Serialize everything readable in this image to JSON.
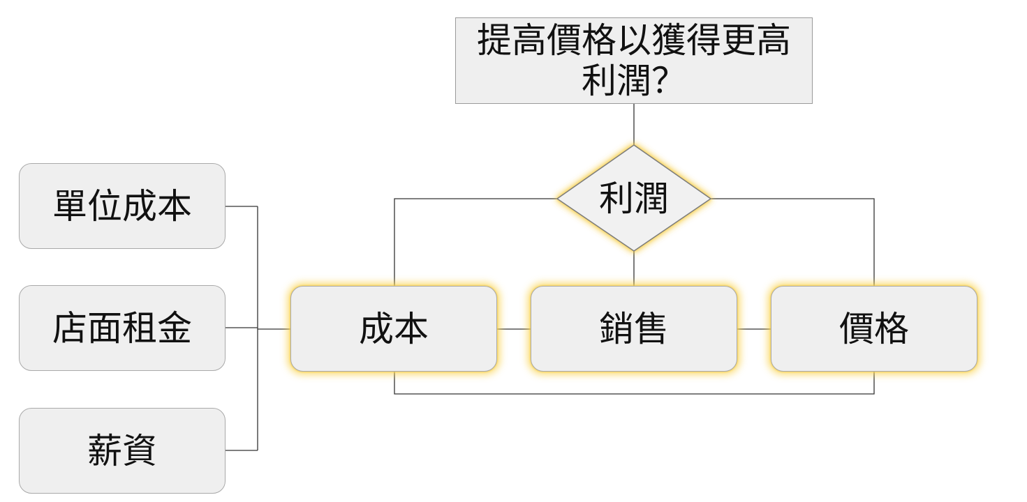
{
  "question": {
    "line1": "提高價格以獲得更高",
    "line2": "利潤？"
  },
  "decision": {
    "label": "利潤"
  },
  "factors": {
    "cost": "成本",
    "sales": "銷售",
    "price": "價格"
  },
  "cost_components": {
    "unit_cost": "單位成本",
    "rent": "店面租金",
    "salary": "薪資"
  },
  "colors": {
    "box_fill": "#efefef",
    "box_border": "#a9a9a9",
    "line": "#333333",
    "highlight_glow": "#f7d35a"
  }
}
